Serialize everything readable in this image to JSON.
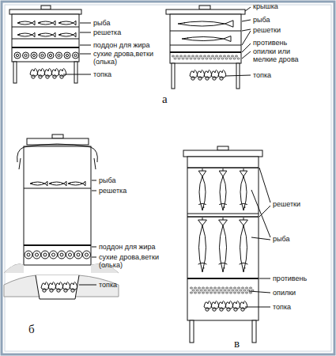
{
  "diagram": {
    "labels": [
      "рыба",
      "решетка",
      "поддон для жира",
      "сухие дрова,ветки (олька)",
      "топка",
      "крышка",
      "рыба",
      "решетки",
      "противень",
      "опилки или мелкие дрова",
      "топка",
      "а",
      "рыба",
      "решетка",
      "поддон для жира",
      "сухие дрова,ветки (олька)",
      "топка",
      "б",
      "решетки",
      "рыба",
      "противень",
      "опилки",
      "топка",
      "в"
    ]
  }
}
